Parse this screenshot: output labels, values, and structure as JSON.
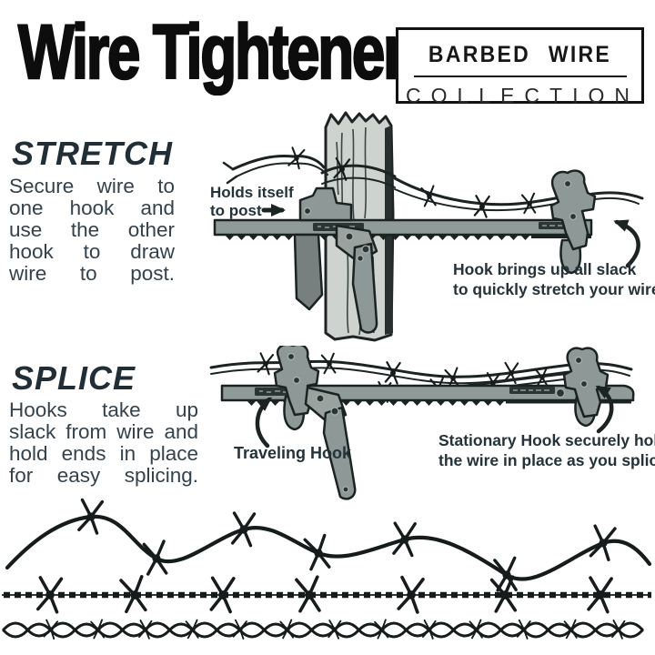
{
  "title": "Wire Tightener",
  "badge": {
    "top": "BARBED WIRE",
    "bottom": "COLLECTION"
  },
  "stretch": {
    "heading": "STRETCH",
    "body_lines": [
      "Secure wire to",
      "one hook and",
      "use the other",
      "hook to draw",
      "wire to post."
    ],
    "labels": {
      "holds_lines": [
        "Holds itself",
        "to post"
      ],
      "hook_lines": [
        "Hook brings up all slack",
        "to quickly stretch your wire."
      ]
    }
  },
  "splice": {
    "heading": "SPLICE",
    "body_lines": [
      "Hooks take up",
      "slack from wire and",
      "hold ends in place",
      "for easy splicing."
    ],
    "labels": {
      "traveling": "Traveling Hook",
      "stationary_lines": [
        "Stationary Hook securely holds",
        "the wire in place as you splice."
      ]
    }
  },
  "colors": {
    "background": "#ffffff",
    "title_ink": "#0d0d0d",
    "heading_slate": "#222e36",
    "body_text": "#33424c",
    "illustration_ink": "#161c1b",
    "tool_gray": "#8e9897",
    "post_gray": "#ced3d0"
  },
  "icons": [
    "right-arrow-icon",
    "curved-arrow-icon",
    "barb-icon"
  ]
}
